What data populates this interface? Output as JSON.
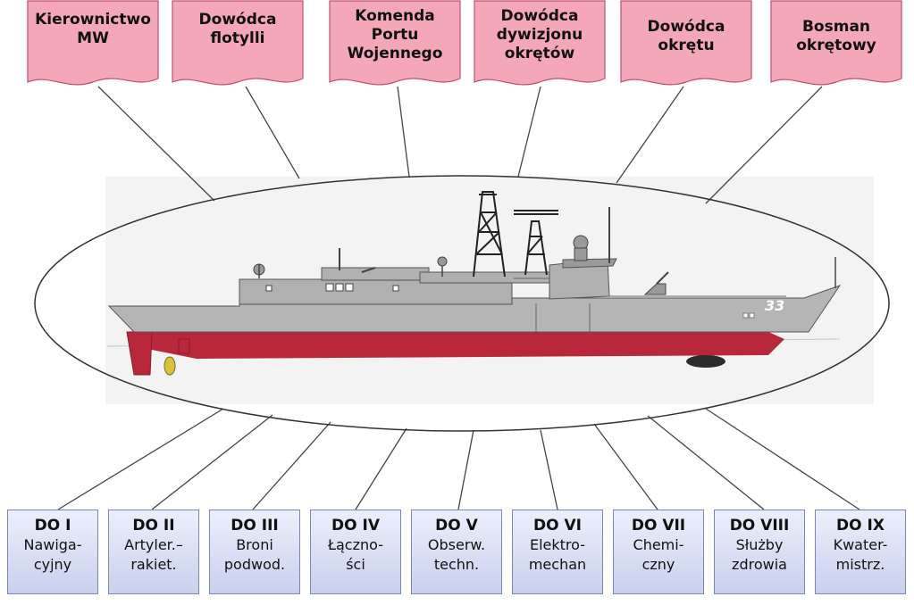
{
  "top_roles": [
    {
      "label": "Kierownictwo\nMW"
    },
    {
      "label": "Dowódca\nflotylli"
    },
    {
      "label": "Komenda\nPortu\nWojennego"
    },
    {
      "label": "Dowódca\ndywizjonu\nokrętów"
    },
    {
      "label": "Dowódca\nokrętu"
    },
    {
      "label": "Bosman\nokrętowy"
    }
  ],
  "departments": [
    {
      "code": "DO I",
      "name": "Nawiga-\ncyjny"
    },
    {
      "code": "DO II",
      "name": "Artyler.–\nrakiet."
    },
    {
      "code": "DO III",
      "name": "Broni\npodwod."
    },
    {
      "code": "DO IV",
      "name": "Łączno-\nści"
    },
    {
      "code": "DO V",
      "name": "Obserw.\ntechn."
    },
    {
      "code": "DO VI",
      "name": "Elektro-\nmechan"
    },
    {
      "code": "DO VII",
      "name": "Chemi-\nczny"
    },
    {
      "code": "DO VIII",
      "name": "Służby\nzdrowia"
    },
    {
      "code": "DO IX",
      "name": "Kwater-\nmistrz."
    }
  ],
  "ship": {
    "hull_number": "33"
  },
  "colors": {
    "top_box_fill": "#f4a7b9",
    "bottom_box_fill": "#d6dcf4",
    "hull_red": "#b8283a",
    "superstructure_gray": "#b5b5b5"
  }
}
